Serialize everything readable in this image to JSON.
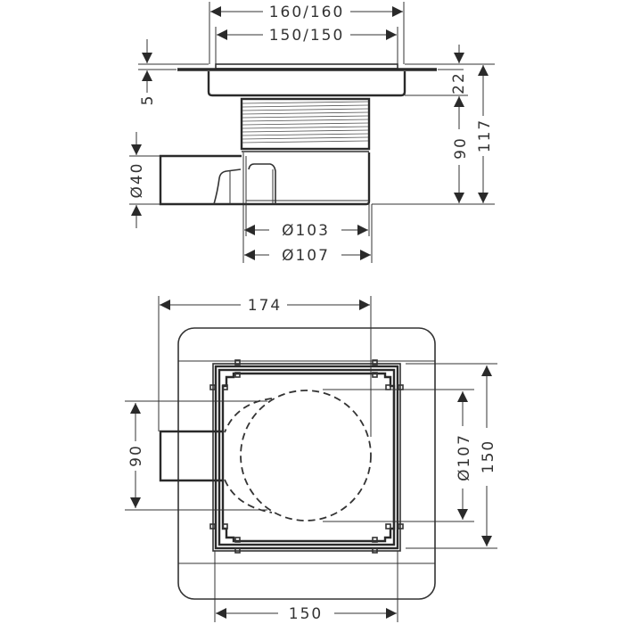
{
  "drawing": {
    "subject": "shower floor drain dimensional drawing",
    "line_color": "#333333",
    "background": "#ffffff"
  },
  "side_view": {
    "dimensions": {
      "top_width_outer": "160/160",
      "top_width_inner": "150/150",
      "flange_thickness": "5",
      "frame_height": "22",
      "body_height": "90",
      "total_height": "117",
      "outlet_diameter": "Ø40",
      "body_diameter_inner": "Ø103",
      "body_diameter_outer": "Ø107"
    }
  },
  "top_view": {
    "dimensions": {
      "overall_width_with_outlet": "174",
      "outlet_offset": "90",
      "body_diameter": "Ø107",
      "grate_height": "150",
      "grate_width": "150"
    }
  }
}
